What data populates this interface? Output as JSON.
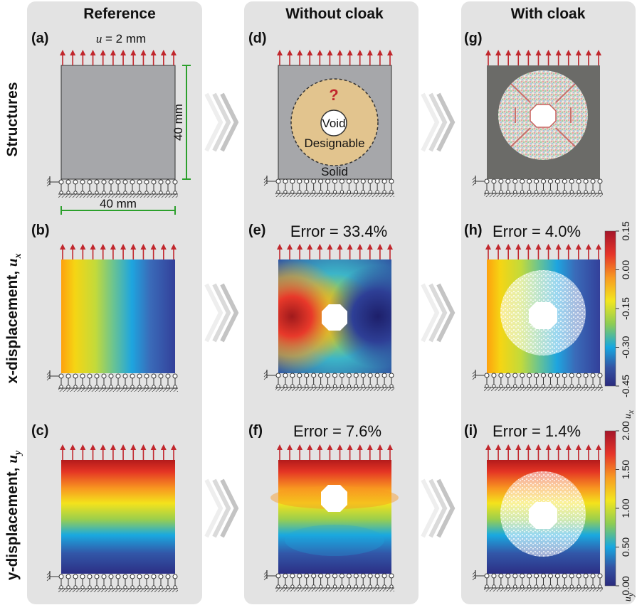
{
  "columns": {
    "reference": "Reference",
    "without_cloak": "Without cloak",
    "with_cloak": "With cloak"
  },
  "rows": {
    "structures": "Structures",
    "x_displacement": "x-displacement, ",
    "x_symbol": "u",
    "x_sub": "x",
    "y_displacement": "y-displacement, ",
    "y_symbol": "u",
    "y_sub": "y"
  },
  "panels": {
    "a": "(a)",
    "b": "(b)",
    "c": "(c)",
    "d": "(d)",
    "e": "(e)",
    "f": "(f)",
    "g": "(g)",
    "h": "(h)",
    "i": "(i)"
  },
  "annotations": {
    "load_symbol": "u",
    "load_value": " = 2 mm",
    "height": "40 mm",
    "width": "40 mm",
    "question": "?",
    "void": "Void",
    "designable": "Designable",
    "solid": "Solid"
  },
  "errors": {
    "e": "Error = 33.4%",
    "f": "Error = 7.6%",
    "h": "Error = 4.0%",
    "i": "Error = 1.4%"
  },
  "colorbar_x": {
    "ticks": [
      "0.15",
      "0.00",
      "-0.15",
      "-0.30",
      "-0.45"
    ],
    "label_symbol": "u",
    "label_sub": "x"
  },
  "colorbar_y": {
    "ticks": [
      "2.00",
      "1.50",
      "1.00",
      "0.50",
      "0.00"
    ],
    "label_symbol": "u",
    "label_sub": "y"
  },
  "colors": {
    "panel_bg": "#e3e3e3",
    "solid_gray": "#a6a7aa",
    "dark_gray": "#6b6b68",
    "designable": "#e2c48e",
    "arrow_red": "#c1272d",
    "dim_green": "#2ca02c"
  }
}
